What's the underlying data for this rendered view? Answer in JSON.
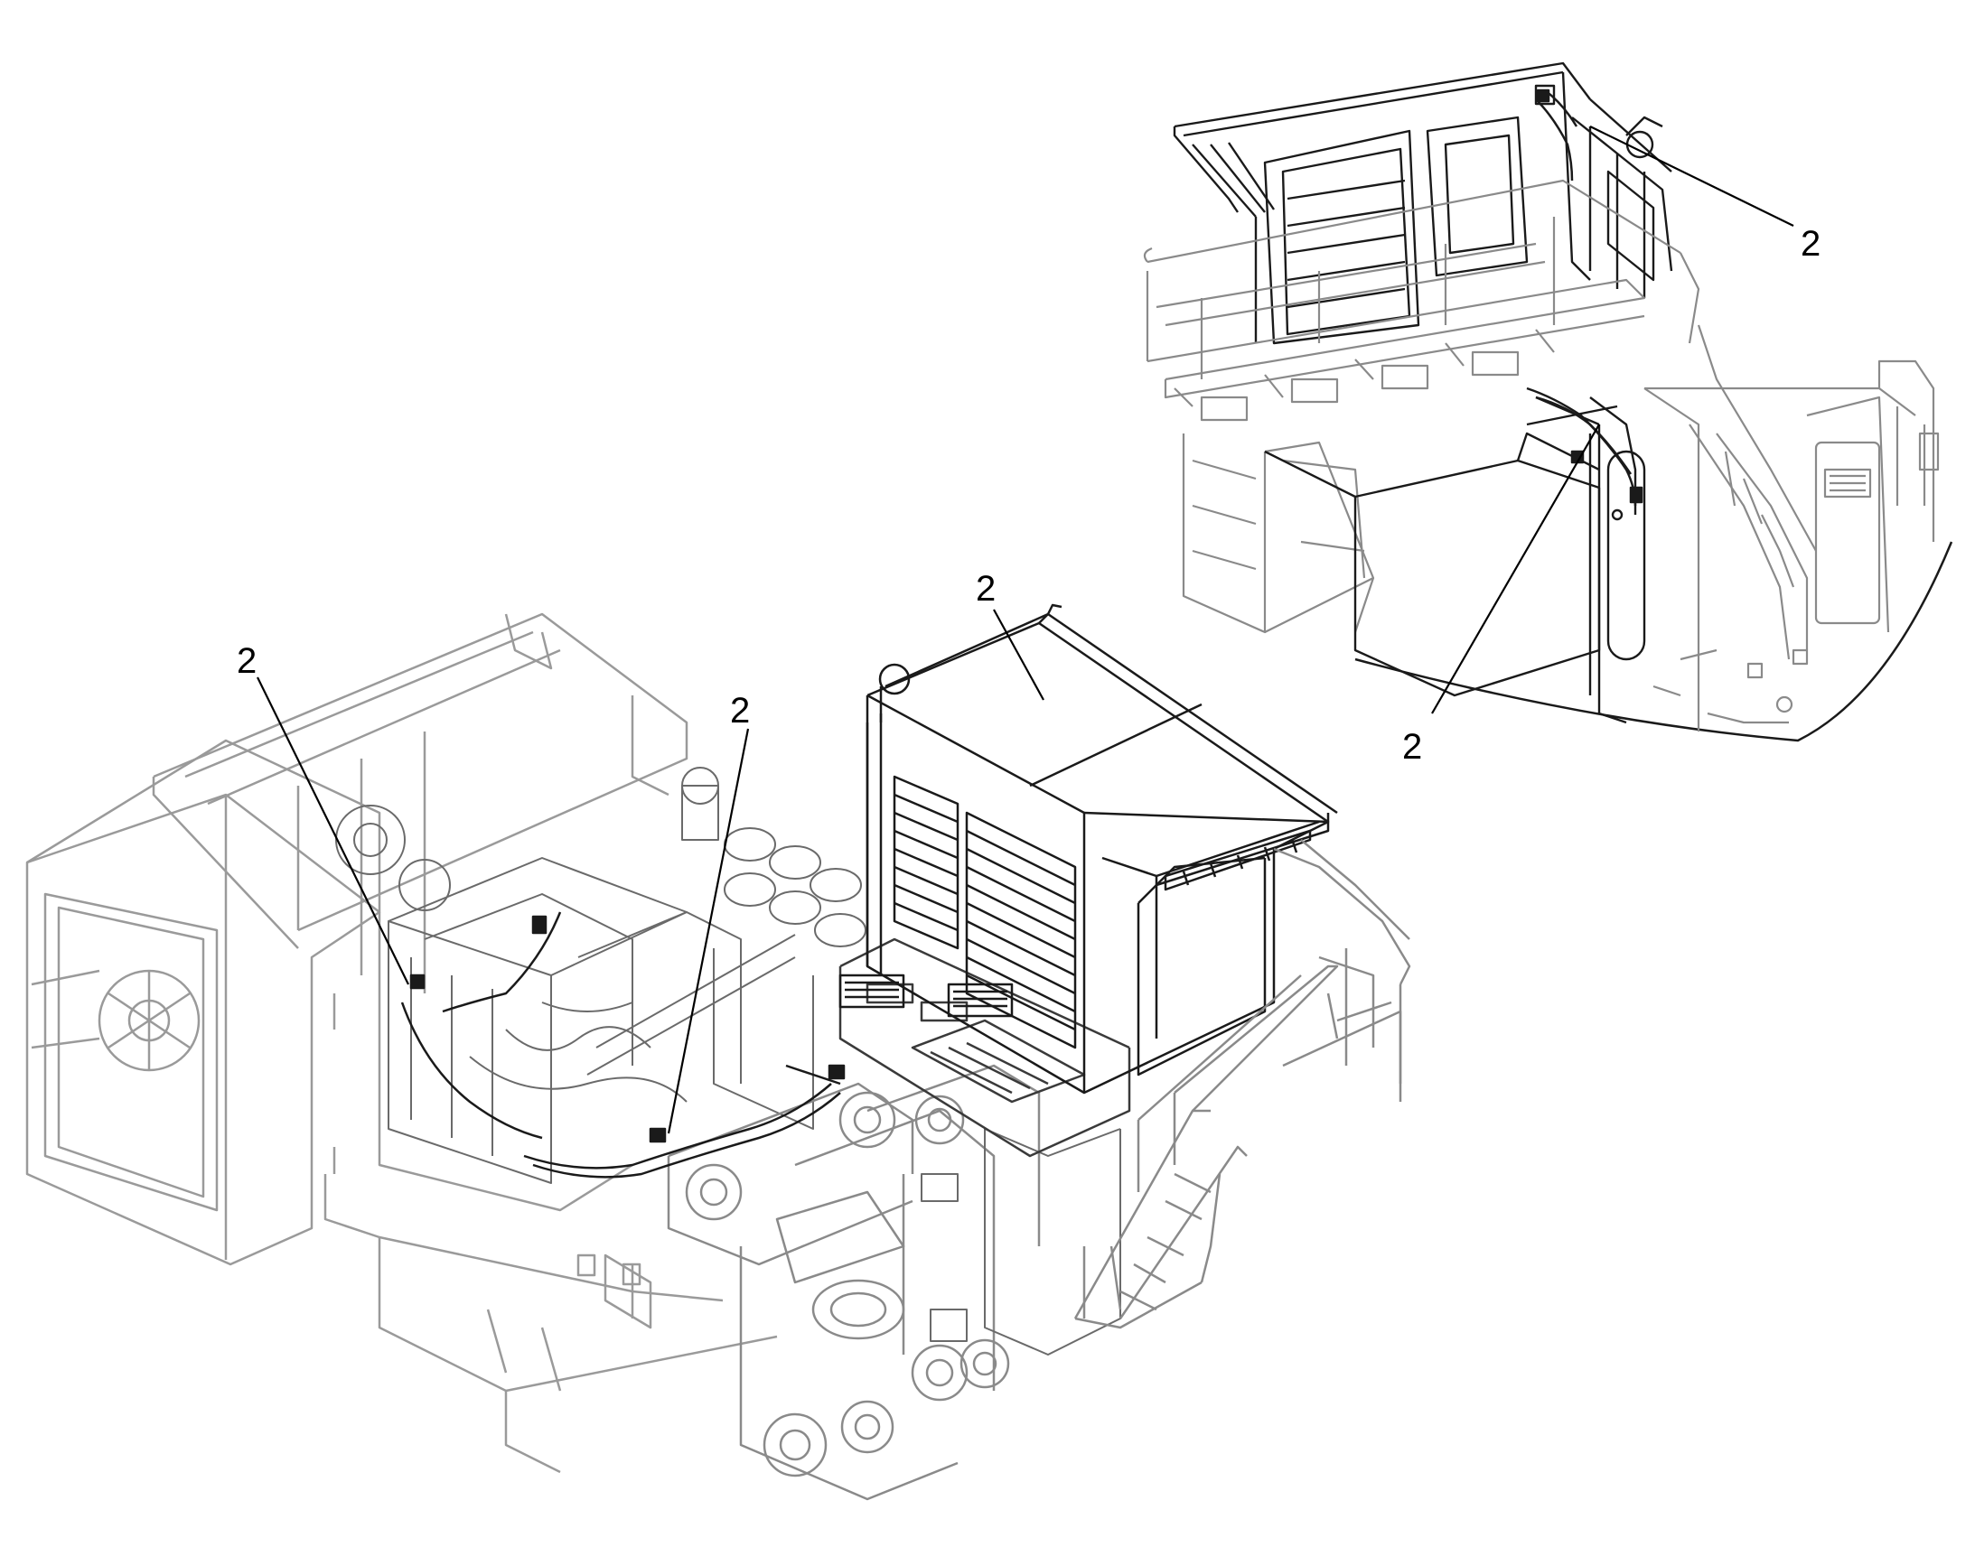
{
  "callouts": [
    {
      "id": "c1",
      "label": "2"
    },
    {
      "id": "c2",
      "label": "2"
    },
    {
      "id": "c3",
      "label": "2"
    },
    {
      "id": "c4",
      "label": "2"
    },
    {
      "id": "c5",
      "label": "2"
    }
  ],
  "colors": {
    "line": "#000000",
    "light": "#9a9a9a",
    "mid": "#6a6a6a"
  }
}
